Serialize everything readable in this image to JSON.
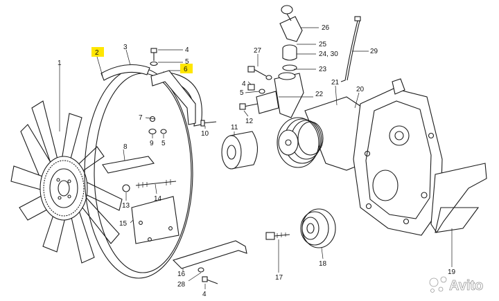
{
  "parts": [
    {
      "id": "1",
      "label": "1",
      "highlighted": false
    },
    {
      "id": "2",
      "label": "2",
      "highlighted": true
    },
    {
      "id": "3",
      "label": "3",
      "highlighted": false
    },
    {
      "id": "4",
      "label": "4",
      "highlighted": false
    },
    {
      "id": "5a",
      "label": "5",
      "highlighted": false
    },
    {
      "id": "6",
      "label": "6",
      "highlighted": true
    },
    {
      "id": "7",
      "label": "7",
      "highlighted": false
    },
    {
      "id": "9",
      "label": "9",
      "highlighted": false
    },
    {
      "id": "5b",
      "label": "5",
      "highlighted": false
    },
    {
      "id": "10",
      "label": "10",
      "highlighted": false
    },
    {
      "id": "8",
      "label": "8",
      "highlighted": false
    },
    {
      "id": "11",
      "label": "11",
      "highlighted": false
    },
    {
      "id": "12",
      "label": "12",
      "highlighted": false
    },
    {
      "id": "13",
      "label": "13",
      "highlighted": false
    },
    {
      "id": "14",
      "label": "14",
      "highlighted": false
    },
    {
      "id": "15",
      "label": "15",
      "highlighted": false
    },
    {
      "id": "16",
      "label": "16",
      "highlighted": false
    },
    {
      "id": "28",
      "label": "28",
      "highlighted": false
    },
    {
      "id": "4b",
      "label": "4",
      "highlighted": false
    },
    {
      "id": "17",
      "label": "17",
      "highlighted": false
    },
    {
      "id": "18",
      "label": "18",
      "highlighted": false
    },
    {
      "id": "19",
      "label": "19",
      "highlighted": false
    },
    {
      "id": "20",
      "label": "20",
      "highlighted": false
    },
    {
      "id": "21",
      "label": "21",
      "highlighted": false
    },
    {
      "id": "22",
      "label": "22",
      "highlighted": false
    },
    {
      "id": "23",
      "label": "23",
      "highlighted": false
    },
    {
      "id": "24_30",
      "label": "24, 30",
      "highlighted": false
    },
    {
      "id": "25",
      "label": "25",
      "highlighted": false
    },
    {
      "id": "26",
      "label": "26",
      "highlighted": false
    },
    {
      "id": "27",
      "label": "27",
      "highlighted": false
    },
    {
      "id": "29",
      "label": "29",
      "highlighted": false
    },
    {
      "id": "4c",
      "label": "4",
      "highlighted": false
    },
    {
      "id": "5c",
      "label": "5",
      "highlighted": false
    }
  ],
  "watermark": {
    "text": "Avito",
    "icon": "avito-logo-icon"
  },
  "colors": {
    "highlight": "#ffe600",
    "line": "#1a1a1a"
  }
}
